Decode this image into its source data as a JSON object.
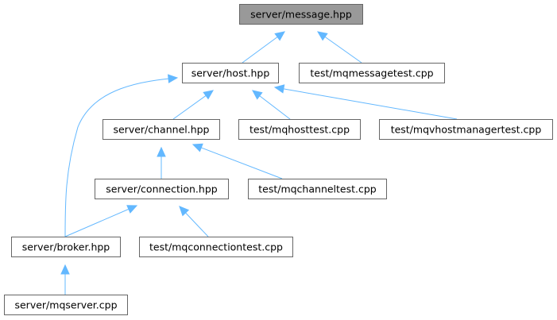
{
  "diagram": {
    "type": "include-dependency-graph",
    "colors": {
      "edge": "#63b8ff",
      "node_border": "#666666",
      "root_fill": "#999999",
      "node_fill": "#ffffff"
    },
    "nodes": [
      {
        "id": "message",
        "label": "server/message.hpp",
        "root": true
      },
      {
        "id": "host",
        "label": "server/host.hpp"
      },
      {
        "id": "mqmessagetest",
        "label": "test/mqmessagetest.cpp"
      },
      {
        "id": "channel",
        "label": "server/channel.hpp"
      },
      {
        "id": "mqhosttest",
        "label": "test/mqhosttest.cpp"
      },
      {
        "id": "mqvhostmanagertest",
        "label": "test/mqvhostmanagertest.cpp"
      },
      {
        "id": "connection",
        "label": "server/connection.hpp"
      },
      {
        "id": "mqchanneltest",
        "label": "test/mqchanneltest.cpp"
      },
      {
        "id": "broker",
        "label": "server/broker.hpp"
      },
      {
        "id": "mqconnectiontest",
        "label": "test/mqconnectiontest.cpp"
      },
      {
        "id": "mqserver",
        "label": "server/mqserver.cpp"
      }
    ],
    "edges": [
      {
        "from": "host",
        "to": "message"
      },
      {
        "from": "mqmessagetest",
        "to": "message"
      },
      {
        "from": "channel",
        "to": "host"
      },
      {
        "from": "mqhosttest",
        "to": "host"
      },
      {
        "from": "mqvhostmanagertest",
        "to": "host"
      },
      {
        "from": "broker",
        "to": "host"
      },
      {
        "from": "connection",
        "to": "channel"
      },
      {
        "from": "mqchanneltest",
        "to": "channel"
      },
      {
        "from": "broker",
        "to": "connection"
      },
      {
        "from": "mqconnectiontest",
        "to": "connection"
      },
      {
        "from": "mqserver",
        "to": "broker"
      }
    ]
  }
}
